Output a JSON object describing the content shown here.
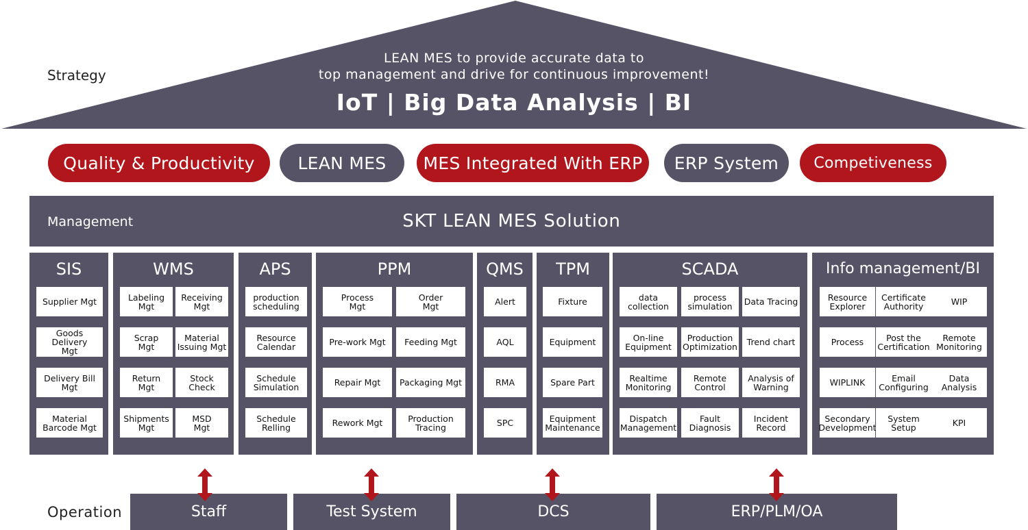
{
  "roof": {
    "side_label": "Strategy",
    "line1": "LEAN MES to provide accurate data to",
    "line2": "top management and drive for continuous improvement!",
    "headline": "IoT | Big Data Analysis | BI"
  },
  "pills": [
    {
      "label": "Quality & Productivity",
      "style": "red"
    },
    {
      "label": "LEAN MES",
      "style": "gray"
    },
    {
      "label": "MES Integrated With ERP",
      "style": "red"
    },
    {
      "label": "ERP System",
      "style": "gray"
    },
    {
      "label": "Competiveness",
      "style": "red"
    }
  ],
  "management": {
    "side_label": "Management",
    "title": "SKT LEAN MES Solution"
  },
  "modules": [
    {
      "title": "SIS",
      "cards": [
        "Supplier Mgt",
        "Goods Delivery\nMgt",
        "Delivery Bill\nMgt",
        "Material\nBarcode Mgt"
      ]
    },
    {
      "title": "WMS",
      "cards": [
        "Labeling\nMgt",
        "Receiving\nMgt",
        "Scrap\nMgt",
        "Material\nIssuing Mgt",
        "Return\nMgt",
        "Stock Check",
        "Shipments\nMgt",
        "MSD\nMgt"
      ]
    },
    {
      "title": "APS",
      "cards": [
        "production\nscheduling",
        "Resource\nCalendar",
        "Schedule\nSimulation",
        "Schedule\nRelling"
      ]
    },
    {
      "title": "PPM",
      "cards": [
        "Process\nMgt",
        "Order\nMgt",
        "Pre-work Mgt",
        "Feeding Mgt",
        "Repair Mgt",
        "Packaging Mgt",
        "Rework Mgt",
        "Production\nTracing"
      ]
    },
    {
      "title": "QMS",
      "cards": [
        "Alert",
        "AQL",
        "RMA",
        "SPC"
      ]
    },
    {
      "title": "TPM",
      "cards": [
        "Fixture",
        "Equipment",
        "Spare Part",
        "Equipment\nMaintenance"
      ]
    },
    {
      "title": "SCADA",
      "cards": [
        "data\ncollection",
        "process\nsimulation",
        "Data Tracing",
        "On-line\nEquipment",
        "Production\nOptimization",
        "Trend chart",
        "Realtime\nMonitoring",
        "Remote\nControl",
        "Analysis of\nWarning",
        "Dispatch\nManagement",
        "Fault\nDiagnosis",
        "Incident\nRecord"
      ]
    },
    {
      "title": "Info management/BI",
      "cards": [
        "Resource\nExplorer",
        "Certificate\nAuthority",
        "WIP",
        "Process",
        "Post the\nCertification",
        "Remote\nMonitoring",
        "WIPLINK",
        "Email\nConfiguring",
        "Data\nAnalysis",
        "Secondary\nDevelopment",
        "System\nSetup",
        "KPI"
      ]
    }
  ],
  "operation": {
    "side_label": "Operation",
    "boxes": [
      "Staff",
      "Test System",
      "DCS",
      "ERP/PLM/OA"
    ]
  },
  "colors": {
    "panel": "#575366",
    "accent_red": "#b1161d",
    "card": "#ffffff"
  }
}
